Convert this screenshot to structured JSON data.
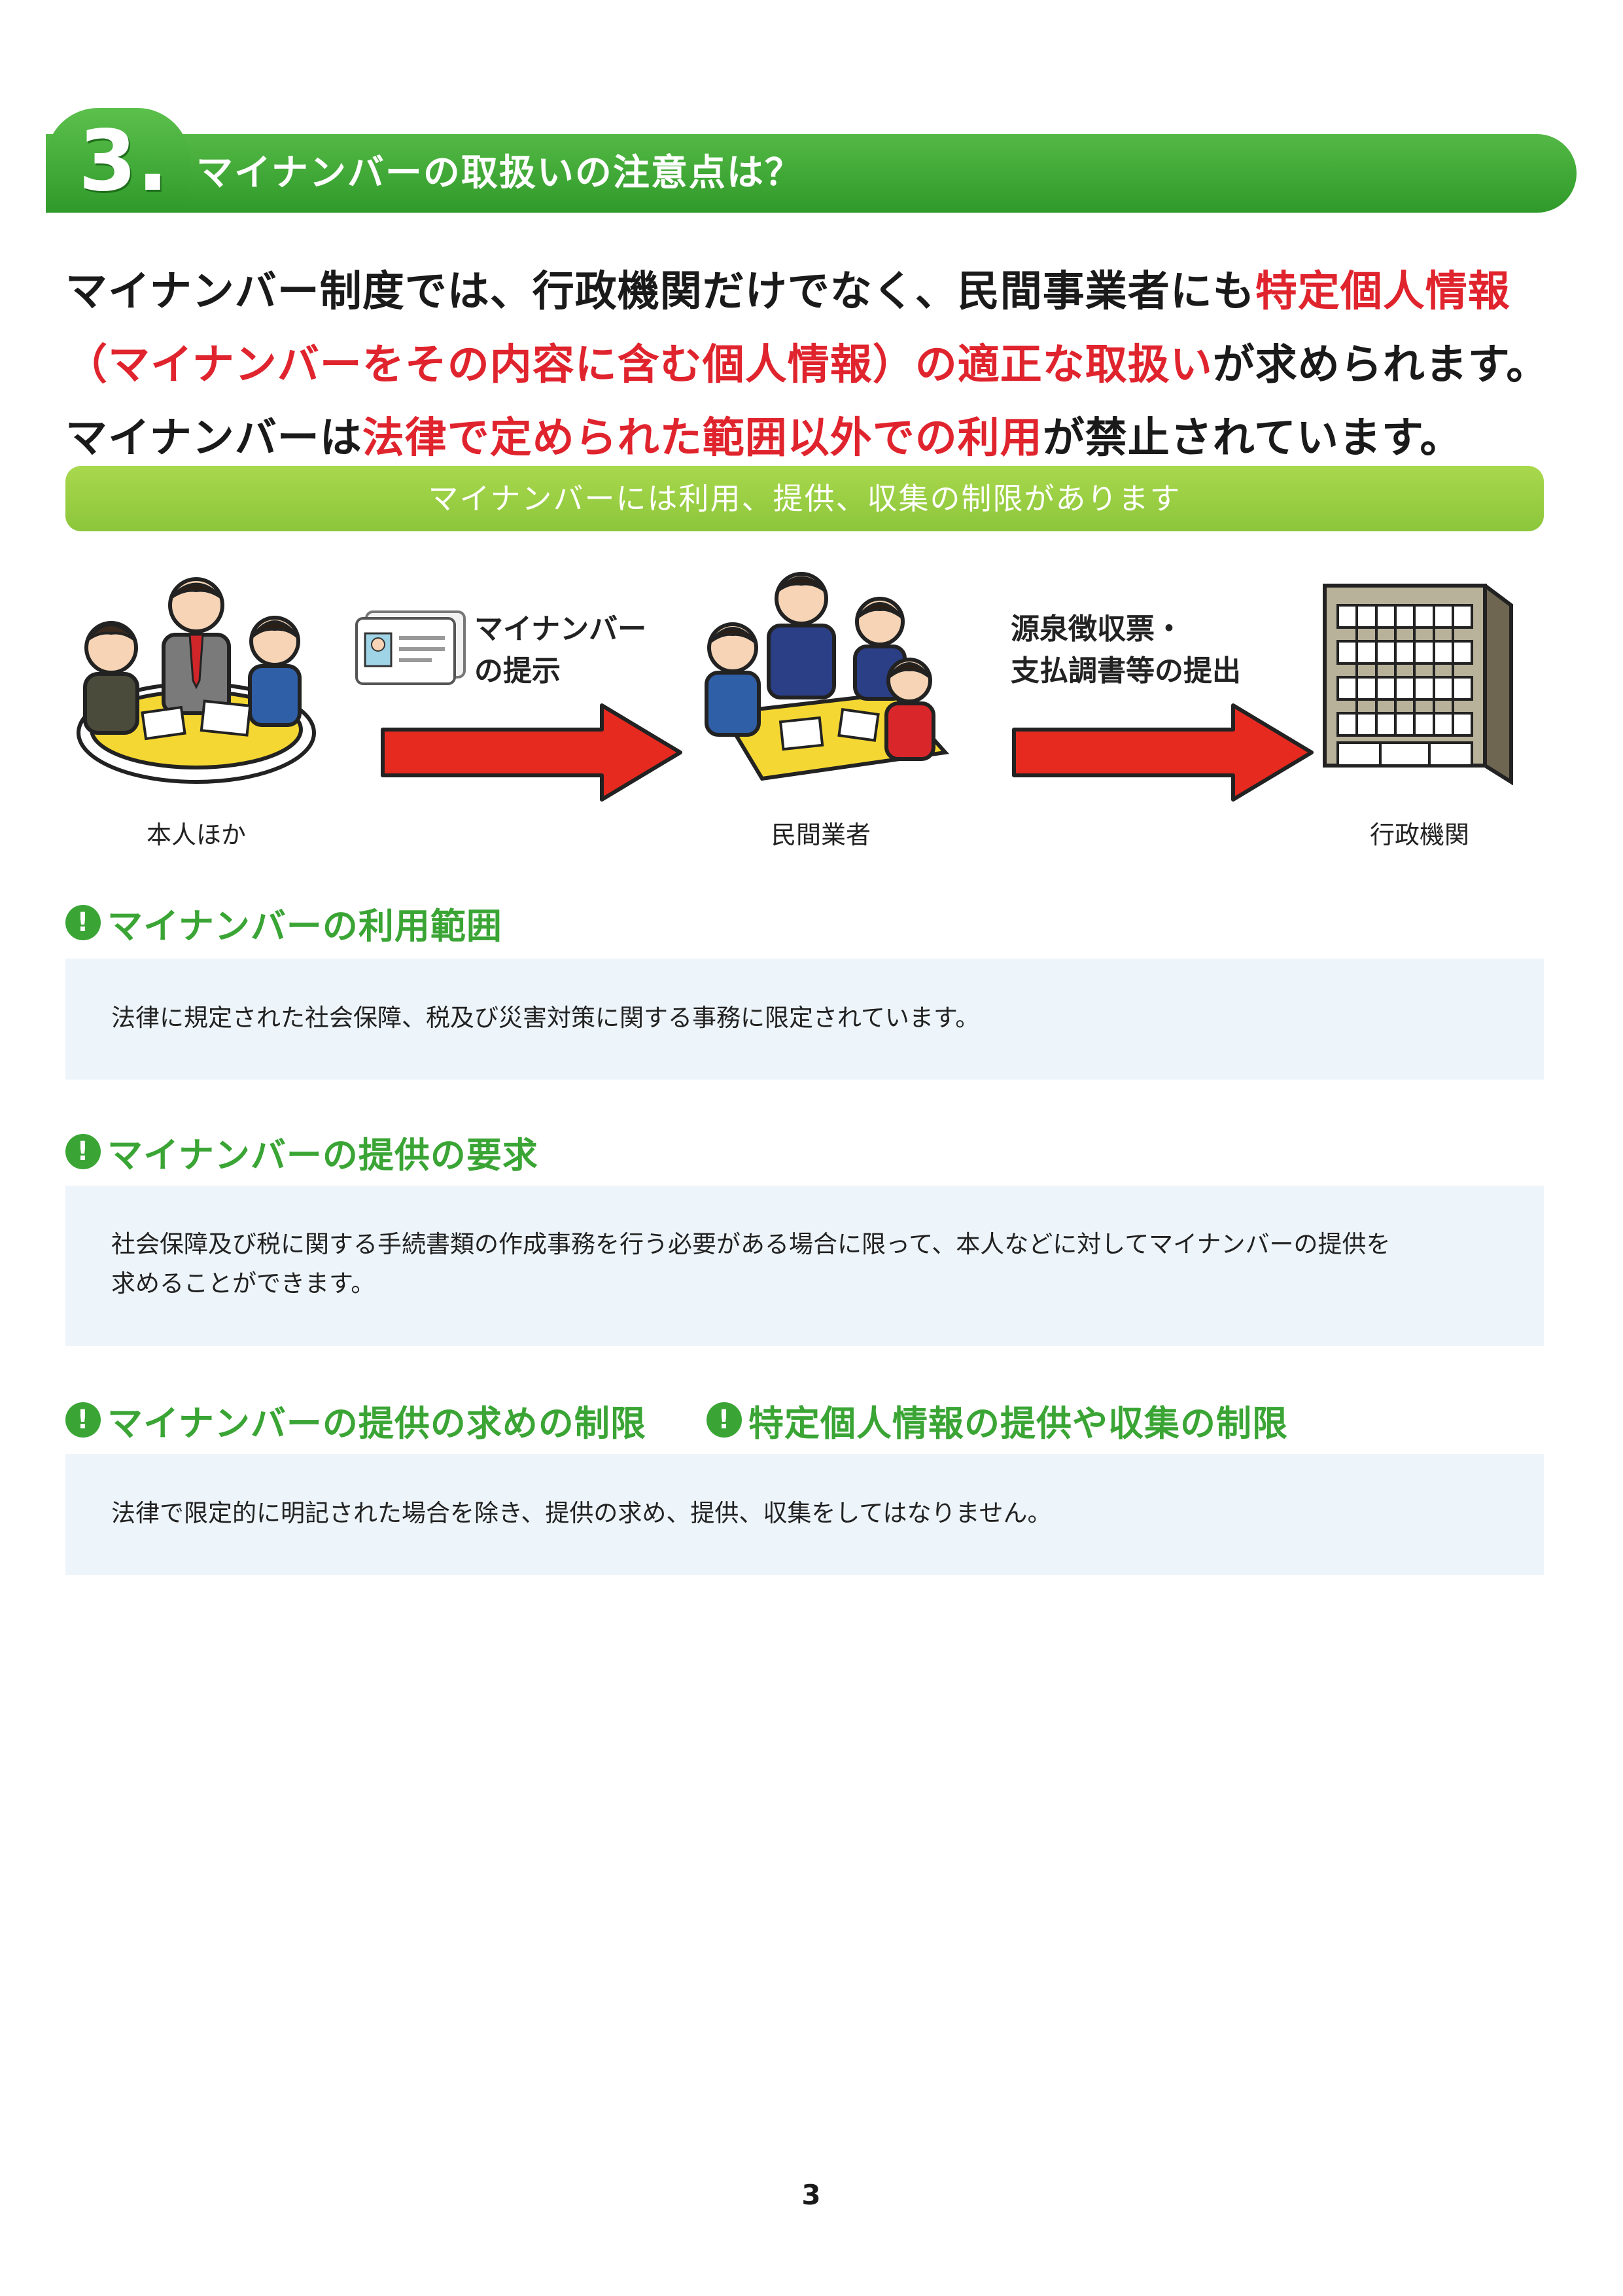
{
  "section": {
    "number": "3.",
    "title": "マイナンバーの取扱いの注意点は？"
  },
  "intro": {
    "p1": "マイナンバー制度では、行政機関だけでなく、民間事業者にも",
    "p2_red": "特定個人情報（マイナンバーをその内容に含む個人情報）の適正な取扱い",
    "p3": "が求められます。マイナンバーは",
    "p4_red": "法律で定められた範囲以外での利用",
    "p5": "が禁止されています。"
  },
  "banner": "マイナンバーには利用、提供、収集の制限があります",
  "flow": {
    "actor1": "本人ほか",
    "arrow1_line1": "マイナンバー",
    "arrow1_line2": "の提示",
    "actor2": "民間業者",
    "arrow2_line1": "源泉徴収票・",
    "arrow2_line2": "支払調書等の提出",
    "actor3": "行政機関"
  },
  "items": [
    {
      "heading": "マイナンバーの利用範囲",
      "text_lines": [
        "法律に規定された社会保障、税及び災害対策に関する事務に限定されています。"
      ]
    },
    {
      "heading": "マイナンバーの提供の要求",
      "text_lines": [
        "社会保障及び税に関する手続書類の作成事務を行う必要がある場合に限って、本人などに対してマイナンバーの提供を",
        "求めることができます。"
      ]
    },
    {
      "heading": "マイナンバーの提供の求めの制限",
      "heading2": "特定個人情報の提供や収集の制限",
      "text_lines": [
        "法律で限定的に明記された場合を除き、提供の求め、提供、収集をしてはなりません。"
      ]
    }
  ],
  "page_number": "3",
  "colors": {
    "green": "#3aa535",
    "light_green": "#8cc63b",
    "red": "#e0242e",
    "box_bg": "#eef5fa"
  }
}
